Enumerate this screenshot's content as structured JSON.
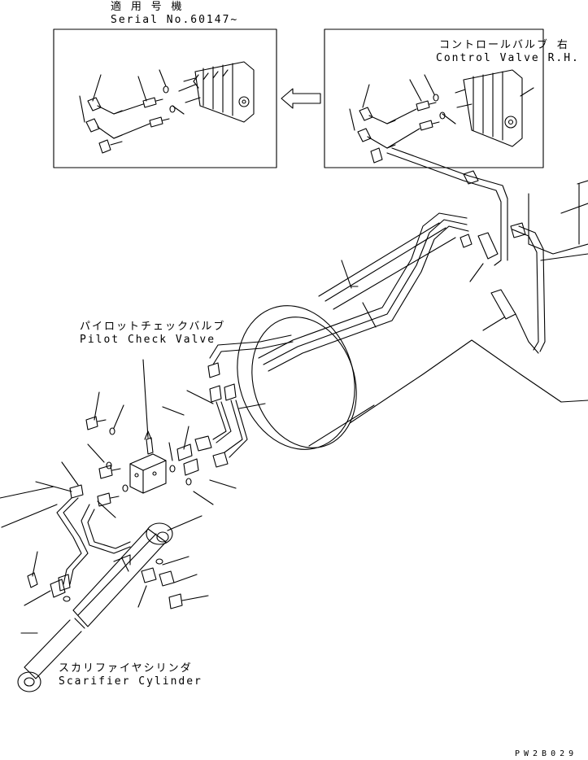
{
  "inset_left": {
    "title_ja": "適 用 号 機",
    "title_en": "Serial No.60147~"
  },
  "inset_right": {
    "title_ja": "コントロールバルブ  右",
    "title_en": "Control Valve R.H."
  },
  "pilot_check_valve": {
    "label_ja": "パイロットチェックバルブ",
    "label_en": "Pilot Check Valve"
  },
  "scarifier_cylinder": {
    "label_ja": "スカリファイヤシリンダ",
    "label_en": "Scarifier Cylinder"
  },
  "drawing_code": "PW2B029"
}
